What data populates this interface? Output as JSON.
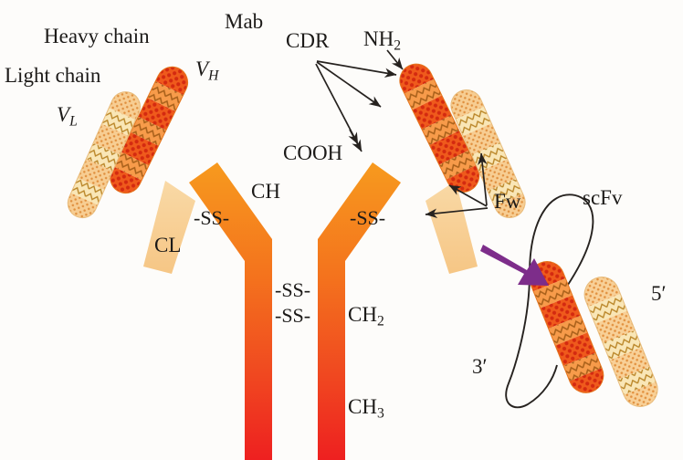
{
  "figure": {
    "kind": "antibody-structure-diagram",
    "background_color": "#fdfcfa",
    "text_color": "#1c1a18"
  },
  "labels": {
    "heavy_chain": "Heavy chain",
    "light_chain": "Light chain",
    "mab": "Mab",
    "cdr": "CDR",
    "nh2_pre": "NH",
    "nh2_sub": "2",
    "cooh": "COOH",
    "vh_pre": "V",
    "vh_sub": "H",
    "vl_pre": "V",
    "vl_sub": "L",
    "ch": "CH",
    "cl": "CL",
    "ch2_pre": "CH",
    "ch2_sub": "2",
    "ch3_pre": "CH",
    "ch3_sub": "3",
    "ss_left_hinge": "-SS-",
    "ss_right_hinge": "-SS-",
    "ss_core_upper": "-SS-",
    "ss_core_lower": "-SS-",
    "fw": "Fw",
    "scfv": "scFv",
    "three_prime": "3′",
    "five_prime": "5′"
  },
  "colors": {
    "heavy_chain_stem_top": "#f58220",
    "heavy_chain_stem_mid": "#f2621f",
    "heavy_chain_stem_bottom": "#ee2d24",
    "light_chain_stem": "#f7c98a",
    "vh_framework": "#f79b4a",
    "vh_cdr": "#ef5a1c",
    "vh_cdr_dot": "#d92b12",
    "vl_framework": "#f8e3ae",
    "vl_cdr": "#f6c98c",
    "vl_dot": "#e08a3c",
    "zigzag_line": "#a8681f",
    "arrow_stroke": "#26221f",
    "transform_arrow": "#7d2d8a",
    "linker_loop": "#26221f"
  },
  "domains": {
    "vh_left": {
      "name": "VH left arm",
      "band_pattern": [
        "cdr",
        "fw",
        "cdr",
        "fw",
        "cdr",
        "fw",
        "cdr"
      ]
    },
    "vl_left": {
      "name": "VL left arm",
      "band_pattern": [
        "cdr",
        "fw",
        "cdr",
        "fw",
        "cdr",
        "fw",
        "cdr"
      ]
    },
    "vh_right": {
      "name": "VH right arm",
      "band_pattern": [
        "cdr",
        "fw",
        "cdr",
        "fw",
        "cdr",
        "fw",
        "cdr"
      ]
    },
    "vl_right": {
      "name": "VL right arm",
      "band_pattern": [
        "cdr",
        "fw",
        "cdr",
        "fw",
        "cdr",
        "fw",
        "cdr"
      ]
    },
    "scfv_heavy": {
      "name": "scFv VH domain",
      "band_pattern": [
        "cdr",
        "fw",
        "cdr",
        "fw",
        "cdr",
        "fw",
        "cdr"
      ]
    },
    "scfv_light": {
      "name": "scFv VL domain",
      "band_pattern": [
        "cdr",
        "fw",
        "cdr",
        "fw",
        "cdr",
        "fw",
        "cdr"
      ]
    }
  },
  "annotations": {
    "cdr_arrow_count": 3,
    "fw_arrow_count": 3,
    "nh2_position": "top of VH domain",
    "cooh_position": "lower CDR band of VH domain"
  }
}
